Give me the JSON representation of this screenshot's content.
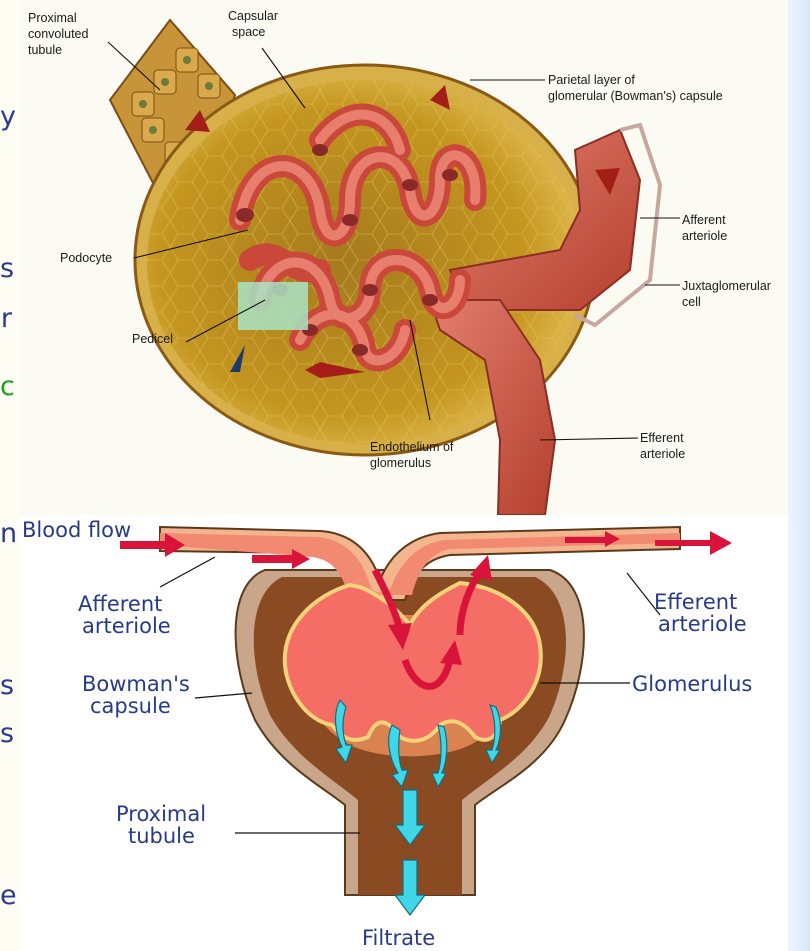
{
  "side_chars": [
    {
      "text": "y",
      "color": "#2b3a8c"
    },
    {
      "text": "s",
      "color": "#2b3a8c"
    },
    {
      "text": "r",
      "color": "#2b3a8c"
    },
    {
      "text": "c",
      "color": "#1aa31a"
    },
    {
      "text": "n",
      "color": "#2b3a8c"
    },
    {
      "text": "s",
      "color": "#2b3a8c"
    },
    {
      "text": "s",
      "color": "#2b3a8c"
    },
    {
      "text": "e",
      "color": "#2b3a8c"
    }
  ],
  "top_diagram": {
    "labels": {
      "proximal_convoluted_tubule": [
        "Proximal",
        "convoluted",
        "tubule"
      ],
      "capsular_space": [
        "Capsular",
        "space"
      ],
      "parietal_layer": [
        "Parietal layer of",
        "glomerular (Bowman's) capsule"
      ],
      "podocyte": [
        "Podocyte"
      ],
      "afferent_arteriole": [
        "Afferent",
        "arteriole"
      ],
      "juxtaglomerular_cell": [
        "Juxtaglomerular",
        "cell"
      ],
      "pedicel": [
        "Pedicel"
      ],
      "endothelium": [
        "Endothelium of",
        "glomerulus"
      ],
      "efferent_arteriole": [
        "Efferent",
        "arteriole"
      ]
    }
  },
  "bottom_diagram": {
    "labels": {
      "blood_flow": [
        "Blood flow"
      ],
      "afferent_arteriole": [
        "Afferent",
        "arteriole"
      ],
      "efferent_arteriole": [
        "Efferent",
        "arteriole"
      ],
      "bowmans_capsule": [
        "Bowman's",
        "capsule"
      ],
      "glomerulus": [
        "Glomerulus"
      ],
      "proximal_tubule": [
        "Proximal",
        "tubule"
      ],
      "filtrate": [
        "Filtrate"
      ]
    }
  },
  "colors": {
    "capsule_gold": "#c99a2a",
    "glomerulus_red": "#d9655a",
    "artery_red": "#c84a3e",
    "label_blue": "#273a86",
    "flow_red": "#d8143a",
    "filtrate_cyan": "#3fd6e8",
    "bowman_brown": "#8a4a22",
    "glomerulus_pink": "#f4786a"
  }
}
